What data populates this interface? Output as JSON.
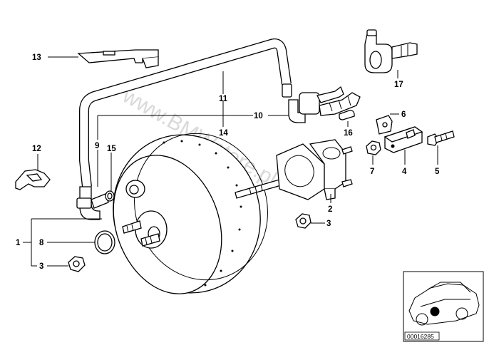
{
  "watermark": "www.BMWstore.pl",
  "reference_code": "00016285",
  "part_labels": {
    "p1": "1",
    "p2": "2",
    "p3a": "3",
    "p3b": "3",
    "p4": "4",
    "p5": "5",
    "p6": "6",
    "p7": "7",
    "p8": "8",
    "p9": "9",
    "p10": "10",
    "p11": "11",
    "p12": "12",
    "p13": "13",
    "p14": "14",
    "p15": "15",
    "p16": "16",
    "p17": "17"
  }
}
